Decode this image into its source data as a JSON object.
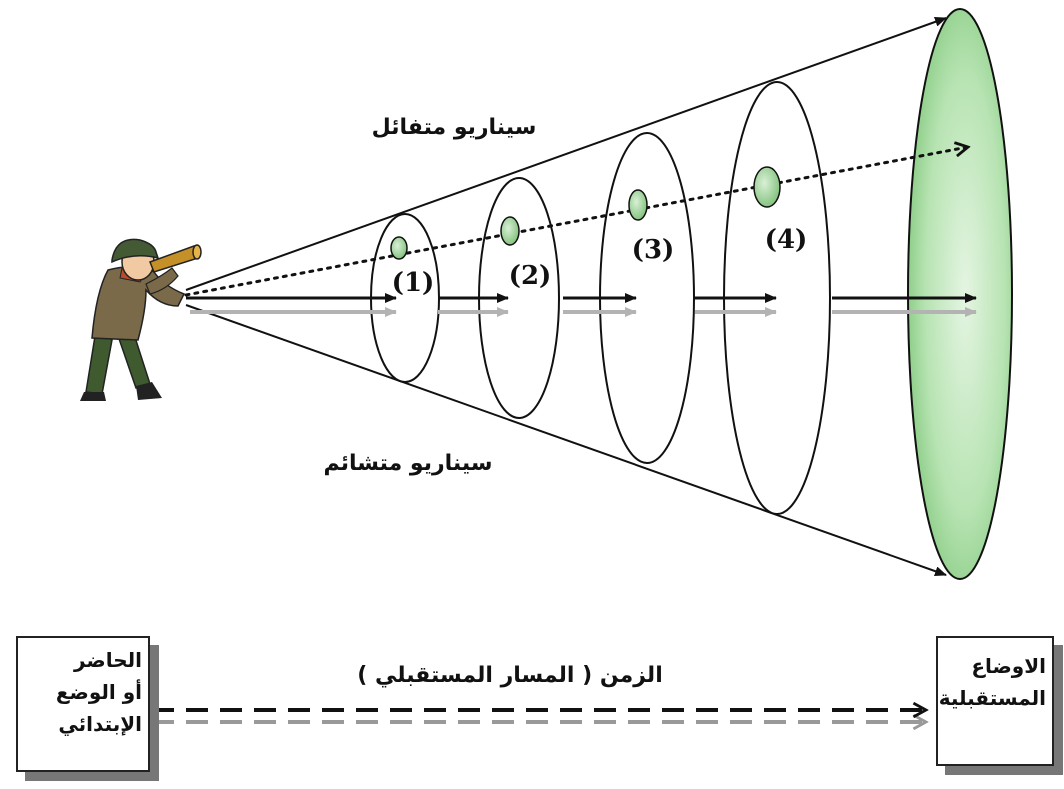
{
  "scenarios": {
    "optimistic_label": "سيناريو متفائل",
    "pessimistic_label": "سيناريو متشائم"
  },
  "stages": [
    {
      "label": "(1)"
    },
    {
      "label": "(2)"
    },
    {
      "label": "(3)"
    },
    {
      "label": "(4)"
    }
  ],
  "timeline": {
    "label": "الزمن ( المسار المستقبلي )",
    "present_box": {
      "line1": "الحاضر",
      "line2": "أو الوضع",
      "line3": "الإبتدائي"
    },
    "future_box": {
      "line1": "الاوضاع",
      "line2": "المستقبلية"
    }
  },
  "colors": {
    "future_fill": "#b7e3b2",
    "blob_fill": "#9fd29a",
    "shadow_arrow": "#b3b3b3",
    "line": "#111111"
  }
}
